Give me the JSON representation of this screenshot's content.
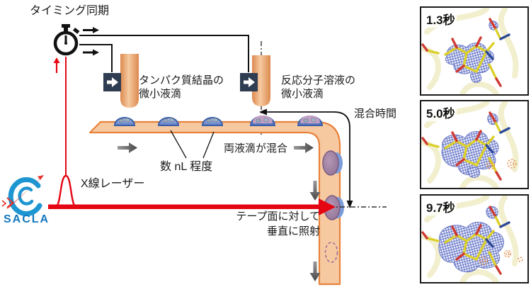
{
  "diagram": {
    "timing_label": "タイミング同期",
    "protein_label_line1": "タンパク質結晶の",
    "protein_label_line2": "微小液滴",
    "reactant_label_line1": "反応分子溶液の",
    "reactant_label_line2": "微小液滴",
    "mixing_time_label": "混合時間",
    "droplets_mix_label": "両液滴が混合",
    "volume_label": "数 nL 程度",
    "xray_label": "X線レーザー",
    "irradiation_label_line1": "テープ面に対して",
    "irradiation_label_line2": "垂直に照射",
    "logo_text": "SACLA"
  },
  "panels": [
    {
      "label": "1.3秒"
    },
    {
      "label": "5.0秒"
    },
    {
      "label": "9.7秒"
    }
  ],
  "colors": {
    "tape_border": "#e8823b",
    "tape_fill": "#f6c9a1",
    "droplet_outline": "#3a5fa8",
    "droplet_fill": "#7d96cf",
    "mixed_droplet_pink": "#c9a3c4",
    "vertical_droplet_mauve": "#9a7a9d",
    "laser_red": "#e50613",
    "pump_box_navy": "#2e3d51",
    "motion_arrow_gray": "#5a5a5a",
    "logo_blue": "#1e96d2",
    "logo_text_blue": "#1478be",
    "mesh_blue": "#5c6cc4",
    "stick_yellow": "#ddd02a",
    "text": "#1a1a1a"
  }
}
